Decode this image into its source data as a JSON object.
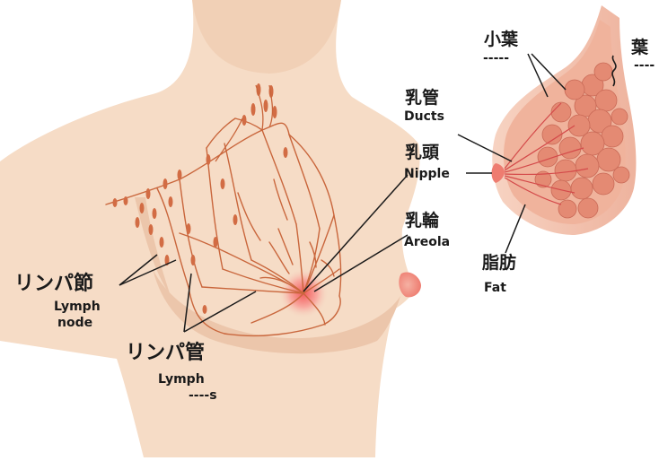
{
  "labels": {
    "lobule": {
      "jp": "小葉",
      "en": "-----"
    },
    "lobe": {
      "jp": "葉",
      "en": "----"
    },
    "ducts": {
      "jp": "乳管",
      "en": "Ducts"
    },
    "nipple": {
      "jp": "乳頭",
      "en": "Nipple"
    },
    "areola": {
      "jp": "乳輪",
      "en": "Areola"
    },
    "fat": {
      "jp": "脂肪",
      "en": "Fat"
    },
    "lymph_node": {
      "jp": "リンパ節",
      "en_line1": "Lymph",
      "en_line2": "node"
    },
    "lymph_vessels": {
      "jp": "リンパ管",
      "en_line1": "Lymph",
      "en_line2": "----s"
    }
  },
  "colors": {
    "skin": "#f6dcc6",
    "skin_shadow": "#ecc6ab",
    "vessel": "#c9663c",
    "areola": "#f26b6b",
    "tissue": "#e48a73",
    "tissue_dark": "#c96a57",
    "leader_line": "#1a1a1a"
  }
}
